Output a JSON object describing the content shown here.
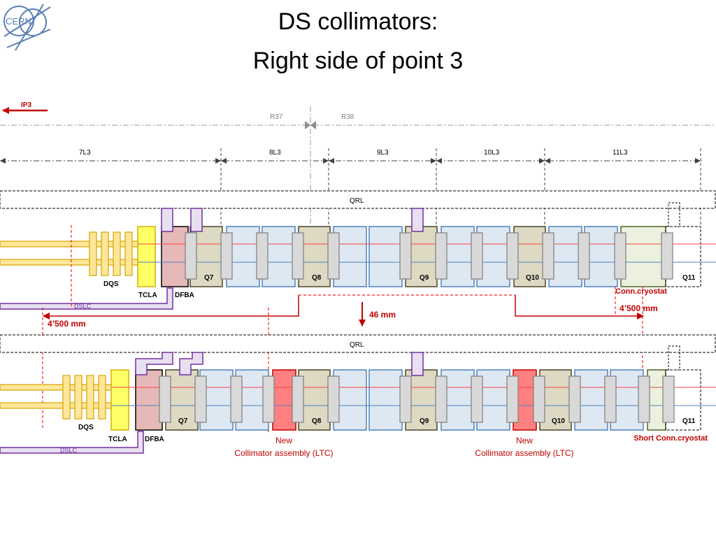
{
  "header": {
    "logo_text": "CERN",
    "title_line1": "DS collimators:",
    "title_line2": "Right side of point 3"
  },
  "colors": {
    "dipole_fill": "#dde8f3",
    "dipole_stroke": "#4f81bd",
    "quad_fill": "#ddd9c3",
    "quad_stroke": "#4a452a",
    "new_fill": "#ff8080",
    "new_stroke": "#c00000",
    "cryostat_fill": "#ebf1de",
    "cryostat_stroke": "#4f6228",
    "dfba_fill": "#e6b8b7",
    "tcla_fill": "#ffff66",
    "dqs_fill": "#ffd700",
    "dslc_stroke": "#7030a0",
    "connector_fill": "#d9d9d9",
    "annotation_red": "#c00000",
    "beam_red": "#ff4040",
    "beam_blue": "#4f81bd"
  },
  "direction": {
    "label": "IP3"
  },
  "sectors": {
    "left": "R37",
    "right": "R38"
  },
  "cells": [
    "7L3",
    "8L3",
    "9L3",
    "10L3",
    "11L3"
  ],
  "qrl_label": "QRL",
  "top_layout": {
    "quads": [
      "Q7",
      "Q8",
      "Q9",
      "Q10",
      "Q11"
    ],
    "dqs": "DQS",
    "tcla": "TCLA",
    "dfba": "DFBA",
    "dslc": "DSLC",
    "cryostat_label": "Conn.cryostat",
    "shift_right": "4’500 mm",
    "shift_left": "4’500 mm"
  },
  "displacement": "46 mm",
  "bottom_layout": {
    "quads": [
      "Q7",
      "Q8",
      "Q9",
      "Q10",
      "Q11"
    ],
    "dqs": "DQS",
    "tcla": "TCLA",
    "dfba": "DFBA",
    "dslc": "DSLC",
    "cryostat_label": "Short Conn.cryostat",
    "new_assembly_left_1": "New",
    "new_assembly_left_2": "Collimator assembly (LTC)",
    "new_assembly_right_1": "New",
    "new_assembly_right_2": "Collimator assembly (LTC)"
  }
}
